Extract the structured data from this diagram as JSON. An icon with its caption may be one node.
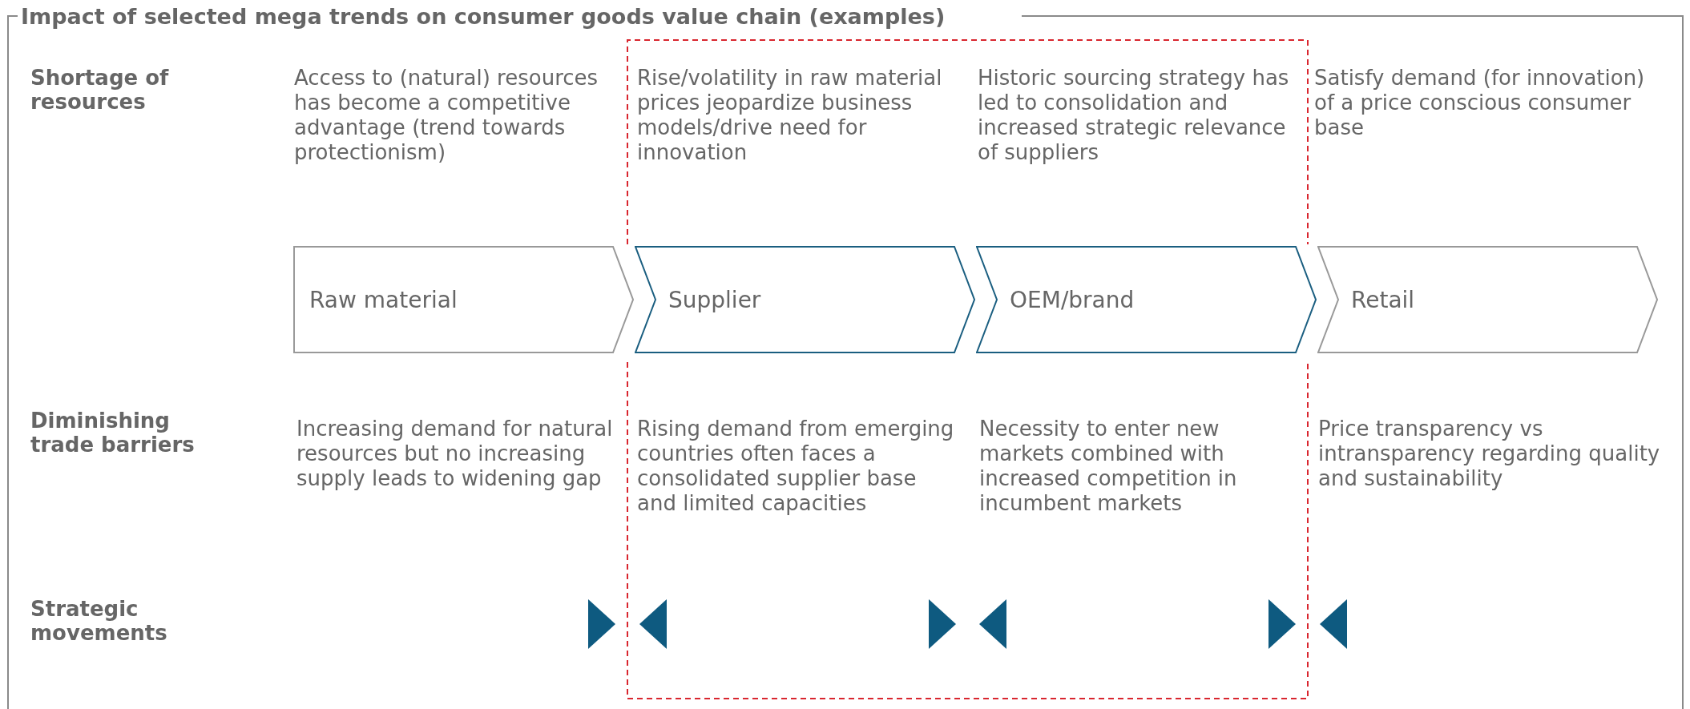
{
  "diagram": {
    "title": "Impact of selected mega trends on consumer goods value chain (examples)",
    "nodes": [
      {
        "text": [
          "Raw material"
        ]
      },
      {
        "text": [
          "Supplier"
        ]
      },
      {
        "text": [
          "OEM/brand"
        ]
      },
      {
        "text": [
          "Retail"
        ]
      }
    ],
    "labels": [
      "Shortage of resources",
      "Access to (natural) resources has become a competitive advantage (trend towards protectionism)",
      "Rise/volatility in raw material prices jeopardize business models/drive need for innovation",
      "Historic sourcing strategy has led to consolidation and increased strategic relevance of suppliers",
      "Satisfy demand (for innovation) of a price conscious consumer base",
      "Diminishing trade barriers",
      "Increasing demand for natural resources but no increasing supply leads to widening gap",
      "Rising demand from emerging countries often faces a consolidated supplier base and limited capacities",
      "Necessity to enter new markets combined with increased competition in incumbent markets",
      "Price transparency vs intransparency regarding quality and sustainability",
      "Strategic movements"
    ]
  }
}
